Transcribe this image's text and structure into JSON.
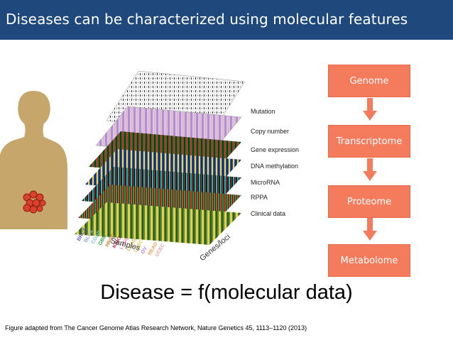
{
  "slide": {
    "title": "Diseases can be characterized using molecular features",
    "formula": "Disease = f(molecular data)",
    "caption": "Figure adapted from The Cancer Genome Atlas Research Network, Nature Genetics 45, 1113–1120 (2013)"
  },
  "flow": {
    "steps": [
      "Genome",
      "Transcriptome",
      "Proteome",
      "Metabolome"
    ]
  },
  "figure": {
    "layer_labels": [
      "Mutation",
      "Copy number",
      "Gene expression",
      "DNA methylation",
      "MicroRNA",
      "RPPA",
      "Clinical data"
    ],
    "axis_samples": "Samples",
    "axis_genes": "Genes/loci",
    "tumor_types": [
      "BRCA",
      "BLCA",
      "COAD",
      "GBM",
      "HNSC",
      "KIRC",
      "LAML",
      "LUAD",
      "LUSC",
      "OV",
      "READ",
      "UCEC"
    ]
  },
  "colors": {
    "title_bar": "#1f497d",
    "flow_box": "#f47c5c",
    "body_skin": "#c7a66b",
    "tumor": "#d9412b"
  }
}
